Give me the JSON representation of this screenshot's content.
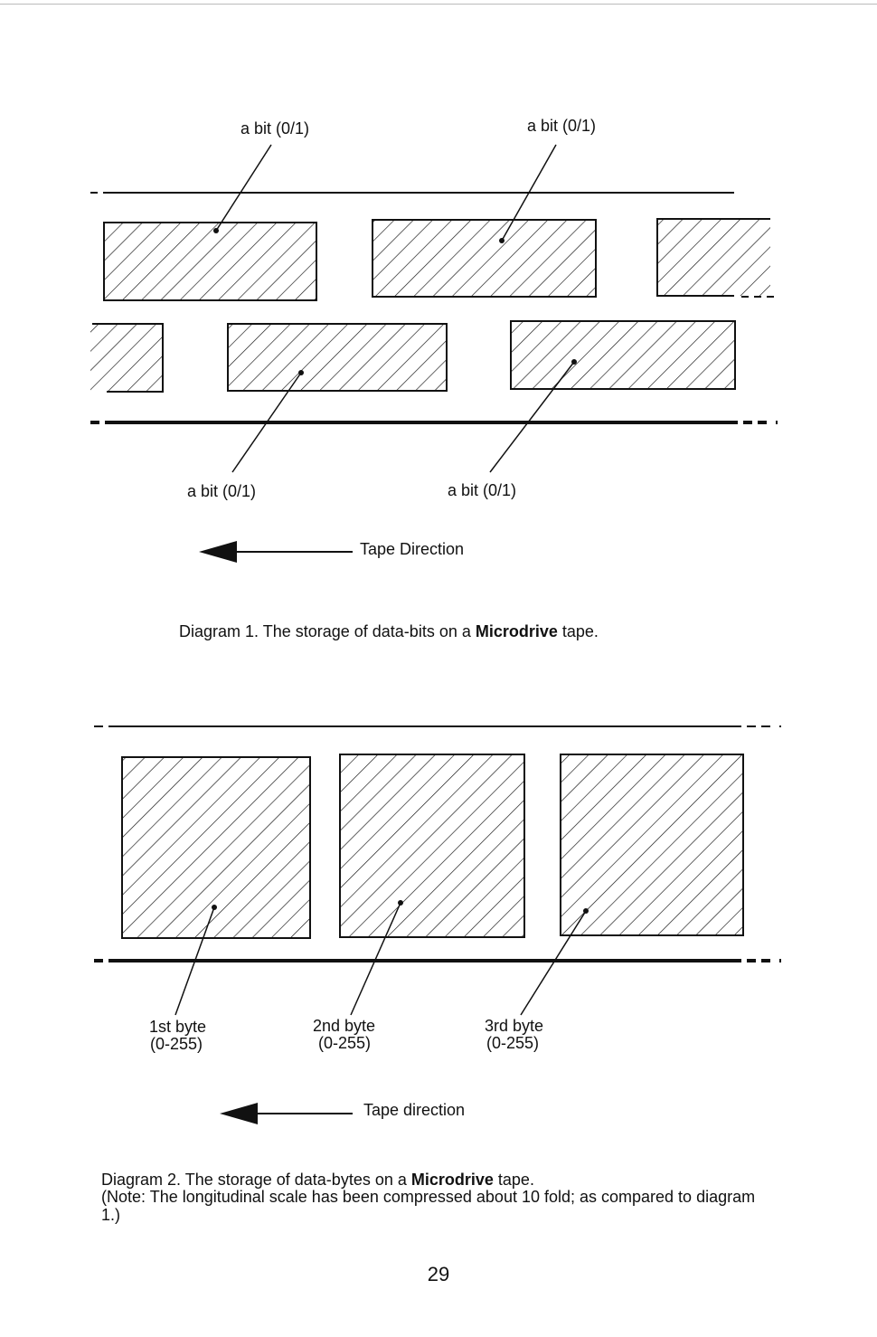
{
  "diagram1": {
    "bit_label_top_left": "a bit (0/1)",
    "bit_label_top_right": "a bit (0/1)",
    "bit_label_bottom_left": "a bit (0/1)",
    "bit_label_bottom_right": "a bit (0/1)",
    "direction_label": "Tape Direction",
    "caption_prefix": "Diagram 1. The storage of data-bits on a ",
    "caption_bold": "Microdrive",
    "caption_suffix": " tape."
  },
  "diagram2": {
    "bytes": [
      {
        "name": "1st byte",
        "range": "(0-255)"
      },
      {
        "name": "2nd byte",
        "range": "(0-255)"
      },
      {
        "name": "3rd byte",
        "range": "(0-255)"
      }
    ],
    "direction_label": "Tape direction",
    "caption_prefix": "Diagram 2. The storage of data-bytes on a ",
    "caption_bold": "Microdrive",
    "caption_suffix": " tape.",
    "note": "(Note: The longitudinal scale has been compressed about 10 fold; as compared to diagram",
    "note_cont": "1.)"
  },
  "page_number": "29"
}
